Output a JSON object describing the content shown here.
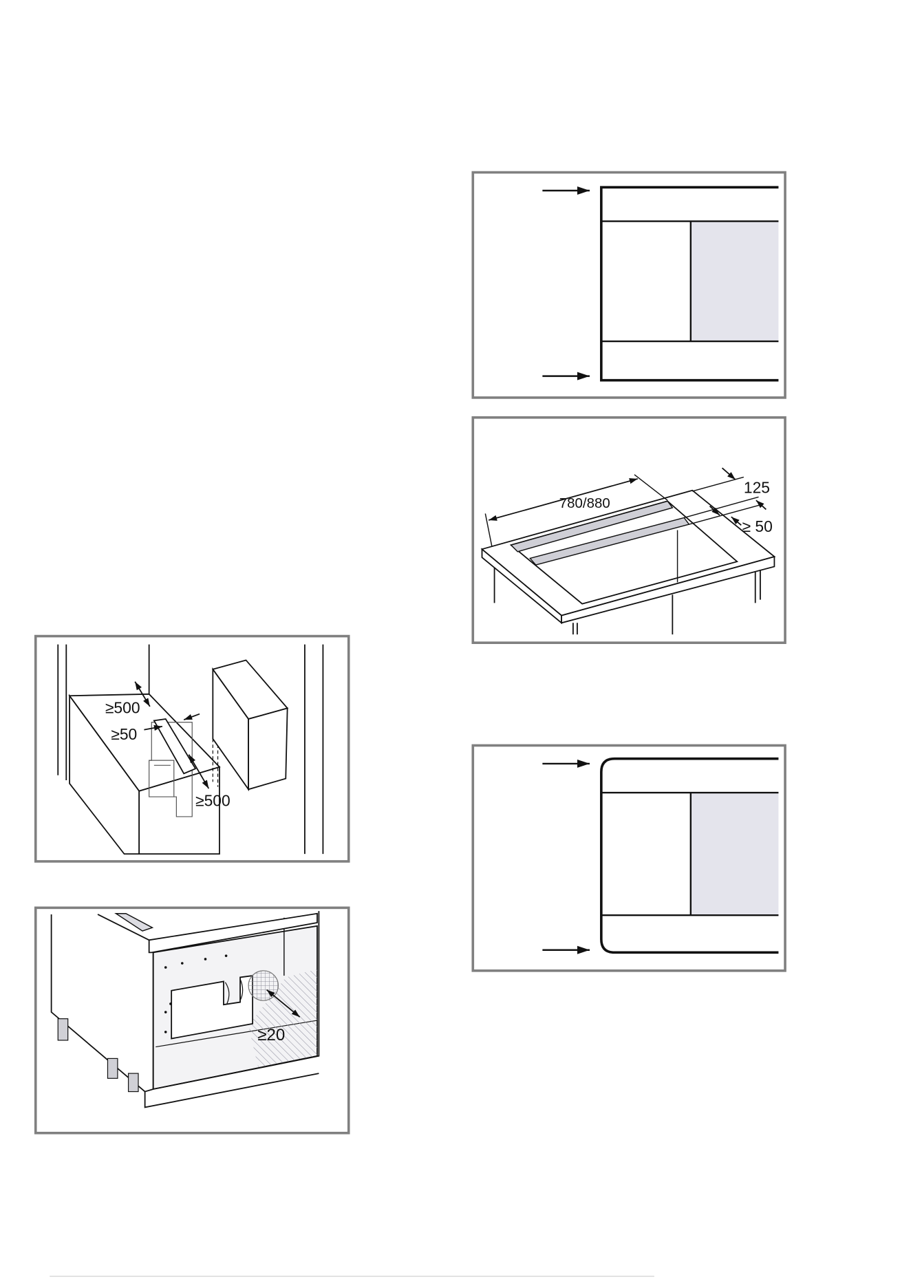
{
  "colors": {
    "frame": "#808080",
    "line": "#111111",
    "hob_surface": "#e4e4ec",
    "band": "#cfcfd6"
  },
  "installation_clearances": {
    "top_clearance": "≥500",
    "wall_gap": "≥50",
    "side_clearance": "≥500"
  },
  "worktop_cutout": {
    "width": "780/880",
    "depth": "125",
    "back_edge_distance": "≥ 50"
  },
  "cabinet_back_panel": {
    "clearance": "≥20"
  }
}
